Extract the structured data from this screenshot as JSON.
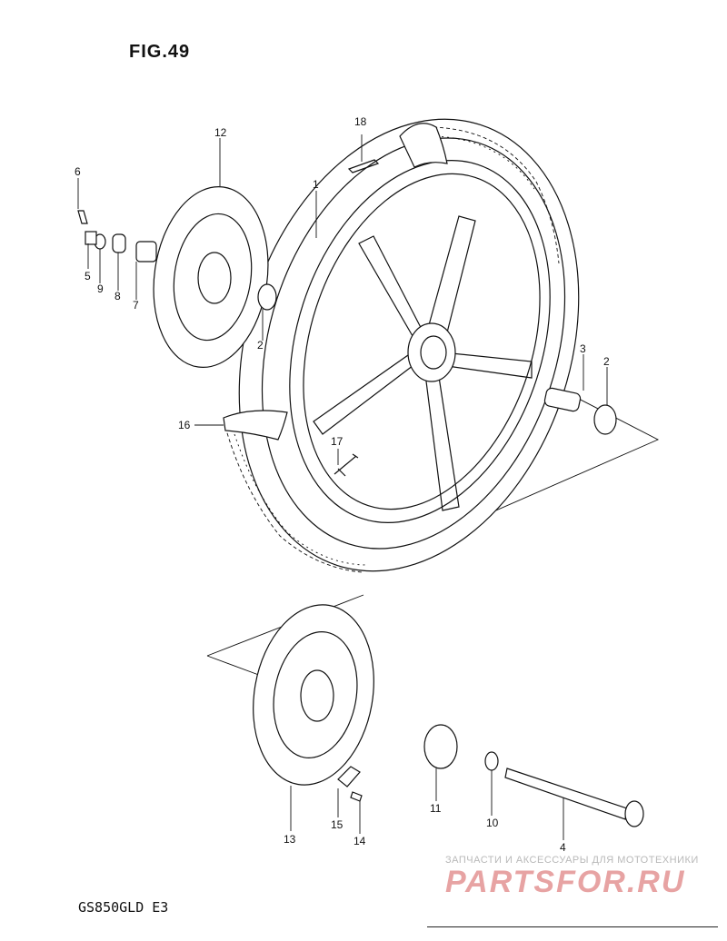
{
  "figure": {
    "title": "FIG.49",
    "model": "GS850GLD E3"
  },
  "watermark": {
    "tagline": "ЗАПЧАСТИ И АКСЕССУАРЫ ДЛЯ МОТОТЕХНИКИ",
    "logo": "PARTSFOR.RU",
    "color": "#e7a3a3"
  },
  "callouts": {
    "c1": "1",
    "c2a": "2",
    "c2b": "2",
    "c3": "3",
    "c4": "4",
    "c5": "5",
    "c6": "6",
    "c7": "7",
    "c8": "8",
    "c9": "9",
    "c10": "10",
    "c11": "11",
    "c12": "12",
    "c13": "13",
    "c14": "14",
    "c15": "15",
    "c16": "16",
    "c17": "17",
    "c18": "18"
  }
}
